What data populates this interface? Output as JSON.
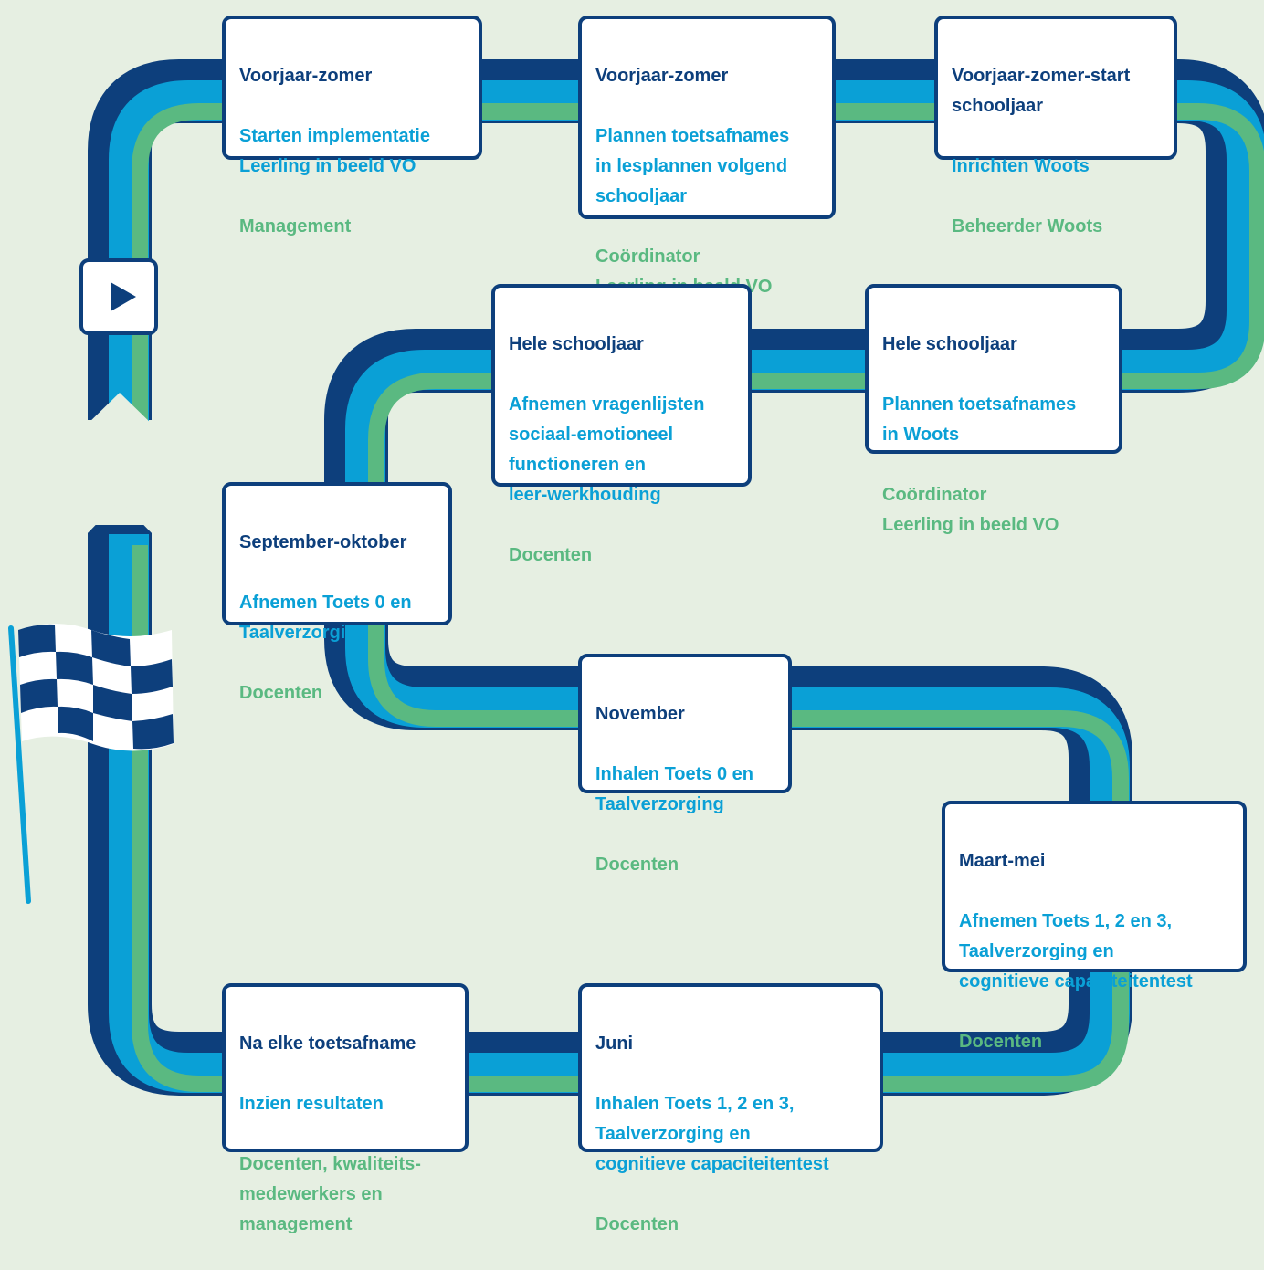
{
  "colors": {
    "background": "#e6efe2",
    "navy": "#0d3f7c",
    "blue": "#0aa0d6",
    "green": "#5ab981",
    "white": "#ffffff"
  },
  "icons": [
    "play-icon",
    "checkered-flag-icon"
  ],
  "steps": [
    {
      "period": "Voorjaar-zomer",
      "task": "Starten implementatie\nLeerling in beeld VO",
      "role": "Management"
    },
    {
      "period": "Voorjaar-zomer",
      "task": "Plannen toetsafnames\nin lesplannen volgend\nschooljaar",
      "role": "Coördinator\nLeerling in beeld VO"
    },
    {
      "period": "Voorjaar-zomer-start\nschooljaar",
      "task": "Inrichten Woots",
      "role": "Beheerder Woots"
    },
    {
      "period": "Hele schooljaar",
      "task": "Plannen toetsafnames\nin Woots",
      "role": "Coördinator\nLeerling in beeld VO"
    },
    {
      "period": "Hele schooljaar",
      "task": "Afnemen vragenlijsten\nsociaal-emotioneel\nfunctioneren en\nleer-werkhouding",
      "role": "Docenten"
    },
    {
      "period": "September-oktober",
      "task": "Afnemen Toets 0 en\nTaalverzorging",
      "role": "Docenten"
    },
    {
      "period": "November",
      "task": "Inhalen Toets 0 en\nTaalverzorging",
      "role": "Docenten"
    },
    {
      "period": "Maart-mei",
      "task": "Afnemen Toets 1, 2 en 3,\nTaalverzorging en\ncognitieve capaciteitentest",
      "role": "Docenten"
    },
    {
      "period": "Juni",
      "task": "Inhalen Toets 1, 2 en 3,\nTaalverzorging en\ncognitieve capaciteitentest",
      "role": "Docenten"
    },
    {
      "period": "Na elke toetsafname",
      "task": "Inzien resultaten",
      "role": "Docenten, kwaliteits-\nmedewerkers en\nmanagement"
    }
  ]
}
